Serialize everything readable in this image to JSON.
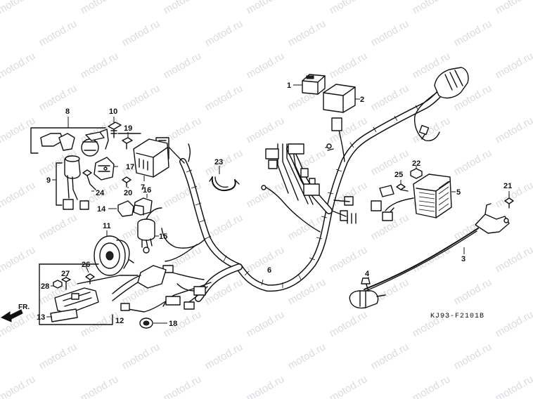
{
  "diagram": {
    "figure_code": "KJ93-F2101B",
    "direction_label": "FR.",
    "watermark": "motod.ru",
    "callouts": [
      "1",
      "2",
      "3",
      "4",
      "5",
      "6",
      "7",
      "8",
      "9",
      "10",
      "11",
      "12",
      "13",
      "14",
      "15",
      "16",
      "17",
      "18",
      "19",
      "20",
      "21",
      "22",
      "23",
      "24",
      "25",
      "26",
      "27",
      "28"
    ]
  }
}
